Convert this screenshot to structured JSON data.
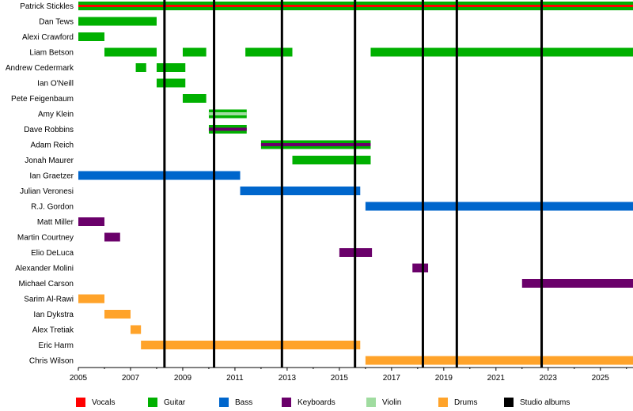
{
  "chart_data": {
    "type": "timeline",
    "x_range": [
      2005,
      2026.25
    ],
    "x_ticks": [
      "2005",
      "2007",
      "2009",
      "2011",
      "2013",
      "2015",
      "2017",
      "2019",
      "2021",
      "2023",
      "2025"
    ],
    "colors": {
      "Vocals": "#ff0000",
      "Guitar": "#00b000",
      "Bass": "#0066cc",
      "Keyboards": "#6a006a",
      "Violin": "#a0dca0",
      "Drums": "#ffa32a",
      "Studio albums": "#000000"
    },
    "members": [
      {
        "name": "Patrick Stickles",
        "periods": [
          {
            "start": 2005,
            "end": 2026.25,
            "roles": [
              "Guitar",
              "Vocals"
            ]
          }
        ]
      },
      {
        "name": "Dan Tews",
        "periods": [
          {
            "start": 2005,
            "end": 2008.0,
            "roles": [
              "Guitar"
            ]
          }
        ]
      },
      {
        "name": "Alexi Crawford",
        "periods": [
          {
            "start": 2005,
            "end": 2006.0,
            "roles": [
              "Guitar"
            ]
          }
        ]
      },
      {
        "name": "Liam Betson",
        "periods": [
          {
            "start": 2006.0,
            "end": 2008.0,
            "roles": [
              "Guitar"
            ]
          },
          {
            "start": 2009.0,
            "end": 2009.9,
            "roles": [
              "Guitar"
            ]
          },
          {
            "start": 2011.4,
            "end": 2013.2,
            "roles": [
              "Guitar"
            ]
          },
          {
            "start": 2016.2,
            "end": 2026.25,
            "roles": [
              "Guitar"
            ]
          }
        ]
      },
      {
        "name": "Andrew Cedermark",
        "periods": [
          {
            "start": 2007.2,
            "end": 2007.6,
            "roles": [
              "Guitar"
            ]
          },
          {
            "start": 2008.0,
            "end": 2009.1,
            "roles": [
              "Guitar"
            ]
          }
        ]
      },
      {
        "name": "Ian O'Neill",
        "periods": [
          {
            "start": 2008.0,
            "end": 2009.1,
            "roles": [
              "Guitar"
            ]
          }
        ]
      },
      {
        "name": "Pete Feigenbaum",
        "periods": [
          {
            "start": 2009.0,
            "end": 2009.9,
            "roles": [
              "Guitar"
            ]
          }
        ]
      },
      {
        "name": "Amy Klein",
        "periods": [
          {
            "start": 2010.0,
            "end": 2011.45,
            "roles": [
              "Guitar",
              "Violin"
            ]
          }
        ]
      },
      {
        "name": "Dave Robbins",
        "periods": [
          {
            "start": 2010.0,
            "end": 2011.45,
            "roles": [
              "Guitar",
              "Keyboards"
            ]
          }
        ]
      },
      {
        "name": "Adam Reich",
        "periods": [
          {
            "start": 2012.0,
            "end": 2016.2,
            "roles": [
              "Guitar",
              "Keyboards"
            ]
          }
        ]
      },
      {
        "name": "Jonah Maurer",
        "periods": [
          {
            "start": 2013.2,
            "end": 2016.2,
            "roles": [
              "Guitar"
            ]
          }
        ]
      },
      {
        "name": "Ian Graetzer",
        "periods": [
          {
            "start": 2005,
            "end": 2011.2,
            "roles": [
              "Bass"
            ]
          }
        ]
      },
      {
        "name": "Julian Veronesi",
        "periods": [
          {
            "start": 2011.2,
            "end": 2015.8,
            "roles": [
              "Bass"
            ]
          }
        ]
      },
      {
        "name": "R.J. Gordon",
        "periods": [
          {
            "start": 2016.0,
            "end": 2026.25,
            "roles": [
              "Bass"
            ]
          }
        ]
      },
      {
        "name": "Matt Miller",
        "periods": [
          {
            "start": 2005,
            "end": 2006.0,
            "roles": [
              "Keyboards"
            ]
          }
        ]
      },
      {
        "name": "Martin Courtney",
        "periods": [
          {
            "start": 2006.0,
            "end": 2006.6,
            "roles": [
              "Keyboards"
            ]
          }
        ]
      },
      {
        "name": "Elio DeLuca",
        "periods": [
          {
            "start": 2015.0,
            "end": 2016.25,
            "roles": [
              "Keyboards"
            ]
          }
        ]
      },
      {
        "name": "Alexander Molini",
        "periods": [
          {
            "start": 2017.8,
            "end": 2018.4,
            "roles": [
              "Keyboards"
            ]
          }
        ]
      },
      {
        "name": "Michael Carson",
        "periods": [
          {
            "start": 2022.0,
            "end": 2026.25,
            "roles": [
              "Keyboards"
            ]
          }
        ]
      },
      {
        "name": "Sarim Al-Rawi",
        "periods": [
          {
            "start": 2005,
            "end": 2006.0,
            "roles": [
              "Drums"
            ]
          }
        ]
      },
      {
        "name": "Ian Dykstra",
        "periods": [
          {
            "start": 2006.0,
            "end": 2007.0,
            "roles": [
              "Drums"
            ]
          }
        ]
      },
      {
        "name": "Alex Tretiak",
        "periods": [
          {
            "start": 2007.0,
            "end": 2007.4,
            "roles": [
              "Drums"
            ]
          }
        ]
      },
      {
        "name": "Eric Harm",
        "periods": [
          {
            "start": 2007.4,
            "end": 2015.8,
            "roles": [
              "Drums"
            ]
          }
        ]
      },
      {
        "name": "Chris Wilson",
        "periods": [
          {
            "start": 2016.0,
            "end": 2026.25,
            "roles": [
              "Drums"
            ]
          }
        ]
      }
    ],
    "albums": [
      2008.3,
      2010.2,
      2012.8,
      2015.6,
      2018.2,
      2019.5,
      2022.75
    ],
    "legend": [
      "Vocals",
      "Guitar",
      "Bass",
      "Keyboards",
      "Violin",
      "Drums",
      "Studio albums"
    ]
  }
}
